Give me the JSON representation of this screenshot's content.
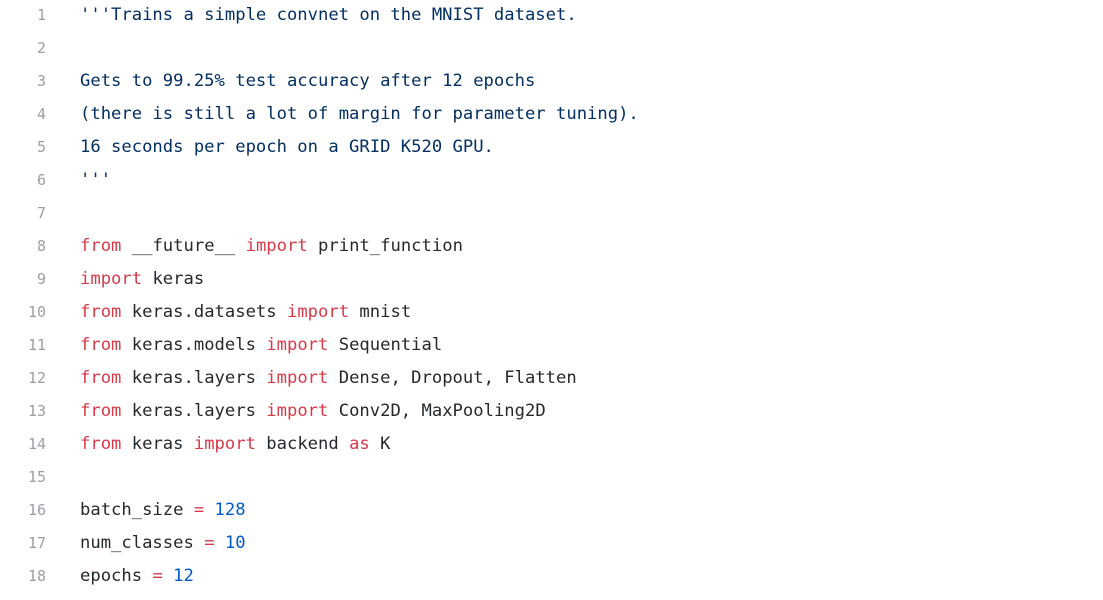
{
  "colors": {
    "background": "#ffffff",
    "line_number": "#9a9fa6",
    "text": "#24292e",
    "keyword": "#d73a49",
    "number": "#005cc5",
    "string": "#032f62"
  },
  "lines": [
    {
      "number": "1",
      "tokens": [
        {
          "t": "'''Trains a simple convnet on the MNIST dataset.",
          "k": "str"
        }
      ]
    },
    {
      "number": "2",
      "tokens": []
    },
    {
      "number": "3",
      "tokens": [
        {
          "t": "Gets to 99.25% test accuracy after 12 epochs",
          "k": "str"
        }
      ]
    },
    {
      "number": "4",
      "tokens": [
        {
          "t": "(there is still a lot of margin for parameter tuning).",
          "k": "str"
        }
      ]
    },
    {
      "number": "5",
      "tokens": [
        {
          "t": "16 seconds per epoch on a GRID K520 GPU.",
          "k": "str"
        }
      ]
    },
    {
      "number": "6",
      "tokens": [
        {
          "t": "'''",
          "k": "str"
        }
      ]
    },
    {
      "number": "7",
      "tokens": []
    },
    {
      "number": "8",
      "tokens": [
        {
          "t": "from",
          "k": "kw"
        },
        {
          "t": " ",
          "k": "plain"
        },
        {
          "t": "__future__",
          "k": "plain"
        },
        {
          "t": " ",
          "k": "plain"
        },
        {
          "t": "import",
          "k": "kw"
        },
        {
          "t": " print_function",
          "k": "plain"
        }
      ]
    },
    {
      "number": "9",
      "tokens": [
        {
          "t": "import",
          "k": "kw"
        },
        {
          "t": " keras",
          "k": "plain"
        }
      ]
    },
    {
      "number": "10",
      "tokens": [
        {
          "t": "from",
          "k": "kw"
        },
        {
          "t": " keras.datasets ",
          "k": "plain"
        },
        {
          "t": "import",
          "k": "kw"
        },
        {
          "t": " mnist",
          "k": "plain"
        }
      ]
    },
    {
      "number": "11",
      "tokens": [
        {
          "t": "from",
          "k": "kw"
        },
        {
          "t": " keras.models ",
          "k": "plain"
        },
        {
          "t": "import",
          "k": "kw"
        },
        {
          "t": " Sequential",
          "k": "plain"
        }
      ]
    },
    {
      "number": "12",
      "tokens": [
        {
          "t": "from",
          "k": "kw"
        },
        {
          "t": " keras.layers ",
          "k": "plain"
        },
        {
          "t": "import",
          "k": "kw"
        },
        {
          "t": " Dense, Dropout, Flatten",
          "k": "plain"
        }
      ]
    },
    {
      "number": "13",
      "tokens": [
        {
          "t": "from",
          "k": "kw"
        },
        {
          "t": " keras.layers ",
          "k": "plain"
        },
        {
          "t": "import",
          "k": "kw"
        },
        {
          "t": " Conv2D, MaxPooling2D",
          "k": "plain"
        }
      ]
    },
    {
      "number": "14",
      "tokens": [
        {
          "t": "from",
          "k": "kw"
        },
        {
          "t": " keras ",
          "k": "plain"
        },
        {
          "t": "import",
          "k": "kw"
        },
        {
          "t": " backend ",
          "k": "plain"
        },
        {
          "t": "as",
          "k": "kw"
        },
        {
          "t": " K",
          "k": "plain"
        }
      ]
    },
    {
      "number": "15",
      "tokens": []
    },
    {
      "number": "16",
      "tokens": [
        {
          "t": "batch_size ",
          "k": "plain"
        },
        {
          "t": "=",
          "k": "op"
        },
        {
          "t": " ",
          "k": "plain"
        },
        {
          "t": "128",
          "k": "num"
        }
      ]
    },
    {
      "number": "17",
      "tokens": [
        {
          "t": "num_classes ",
          "k": "plain"
        },
        {
          "t": "=",
          "k": "op"
        },
        {
          "t": " ",
          "k": "plain"
        },
        {
          "t": "10",
          "k": "num"
        }
      ]
    },
    {
      "number": "18",
      "tokens": [
        {
          "t": "epochs ",
          "k": "plain"
        },
        {
          "t": "=",
          "k": "op"
        },
        {
          "t": " ",
          "k": "plain"
        },
        {
          "t": "12",
          "k": "num"
        }
      ]
    }
  ]
}
